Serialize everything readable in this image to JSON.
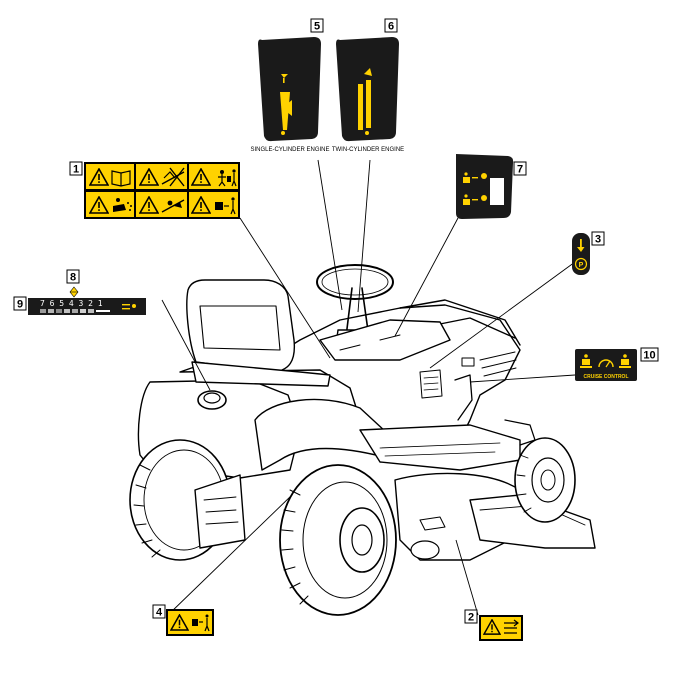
{
  "callouts": [
    "1",
    "2",
    "3",
    "4",
    "5",
    "6",
    "7",
    "8",
    "9",
    "10"
  ],
  "captions": {
    "single_cylinder": "SINGLE-CYLINDER ENGINE",
    "twin_cylinder": "TWIN-CYLINDER ENGINE"
  },
  "cruise_control_text": "CRUISE CONTROL",
  "speed_gauge_digits": "7 6 5 4 3 2 1",
  "colors": {
    "warning_yellow": "#ffd200",
    "decal_black": "#1a1a1a",
    "line": "#000000"
  },
  "icons": [
    "warning-triangle-icon",
    "manual-book-icon",
    "slope-hazard-icon",
    "blade-hazard-icon",
    "distance-person-icon",
    "fuel-icon",
    "parking-brake-icon",
    "throttle-icon",
    "speedometer-icon"
  ]
}
